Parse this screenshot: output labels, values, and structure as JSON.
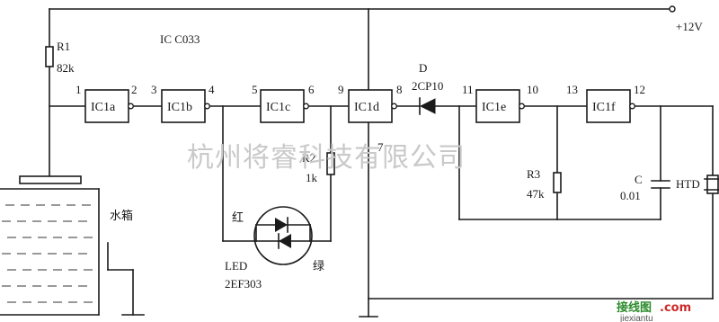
{
  "supply": {
    "voltage": "+12V"
  },
  "ic": {
    "label": "IC  C033"
  },
  "resistors": {
    "r1": {
      "ref": "R1",
      "value": "82k"
    },
    "r2": {
      "ref": "R2",
      "value": "1k"
    },
    "r3": {
      "ref": "R3",
      "value": "47k"
    }
  },
  "capacitor": {
    "ref": "C",
    "value": "0.01"
  },
  "diode": {
    "ref": "D",
    "part": "2CP10"
  },
  "led": {
    "ref": "LED",
    "part": "2EF303",
    "red": "红",
    "green": "绿"
  },
  "buzzer": {
    "label": "HTD"
  },
  "tank": {
    "label": "水箱"
  },
  "gates": [
    {
      "label": "IC1a",
      "pin_in": "1",
      "pin_out": "2"
    },
    {
      "label": "IC1b",
      "pin_in": "3",
      "pin_out": "4"
    },
    {
      "label": "IC1c",
      "pin_in": "5",
      "pin_out": "6"
    },
    {
      "label": "IC1d",
      "pin_in": "9",
      "pin_out": "8",
      "pin_gnd": "7"
    },
    {
      "label": "IC1e",
      "pin_in": "11",
      "pin_out": "10"
    },
    {
      "label": "IC1f",
      "pin_in": "13",
      "pin_out": "12"
    }
  ],
  "watermark": "杭州将睿科技有限公司",
  "logo": {
    "text_cn": "接线图",
    "dot_com": ".com",
    "domain": "jiexiantu"
  }
}
